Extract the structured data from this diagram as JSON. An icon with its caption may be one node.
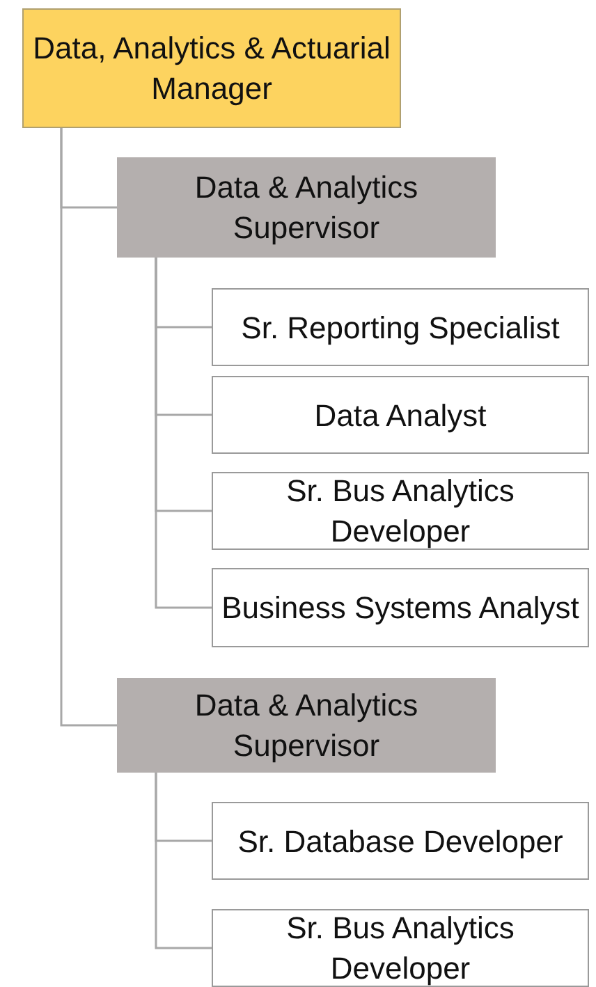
{
  "diagram": {
    "nodes": [
      {
        "text": [
          "Data, Analytics & Actuarial Manager"
        ]
      },
      {
        "text": [
          "Data & Analytics Supervisor"
        ]
      },
      {
        "text": [
          "Sr. Reporting Specialist"
        ]
      },
      {
        "text": [
          "Data Analyst"
        ]
      },
      {
        "text": [
          "Sr. Bus Analytics Developer"
        ]
      },
      {
        "text": [
          "Business Systems Analyst"
        ]
      },
      {
        "text": [
          "Data & Analytics Supervisor"
        ]
      },
      {
        "text": [
          "Sr. Database Developer"
        ]
      },
      {
        "text": [
          "Sr. Bus Analytics Developer"
        ]
      }
    ],
    "edges": [
      {
        "from": 0,
        "to": 1,
        "arrow": "none"
      },
      {
        "from": 0,
        "to": 6,
        "arrow": "none"
      },
      {
        "from": 1,
        "to": 2,
        "arrow": "none"
      },
      {
        "from": 1,
        "to": 3,
        "arrow": "none"
      },
      {
        "from": 1,
        "to": 4,
        "arrow": "none"
      },
      {
        "from": 1,
        "to": 5,
        "arrow": "none"
      },
      {
        "from": 6,
        "to": 7,
        "arrow": "none"
      },
      {
        "from": 6,
        "to": 8,
        "arrow": "none"
      }
    ]
  }
}
